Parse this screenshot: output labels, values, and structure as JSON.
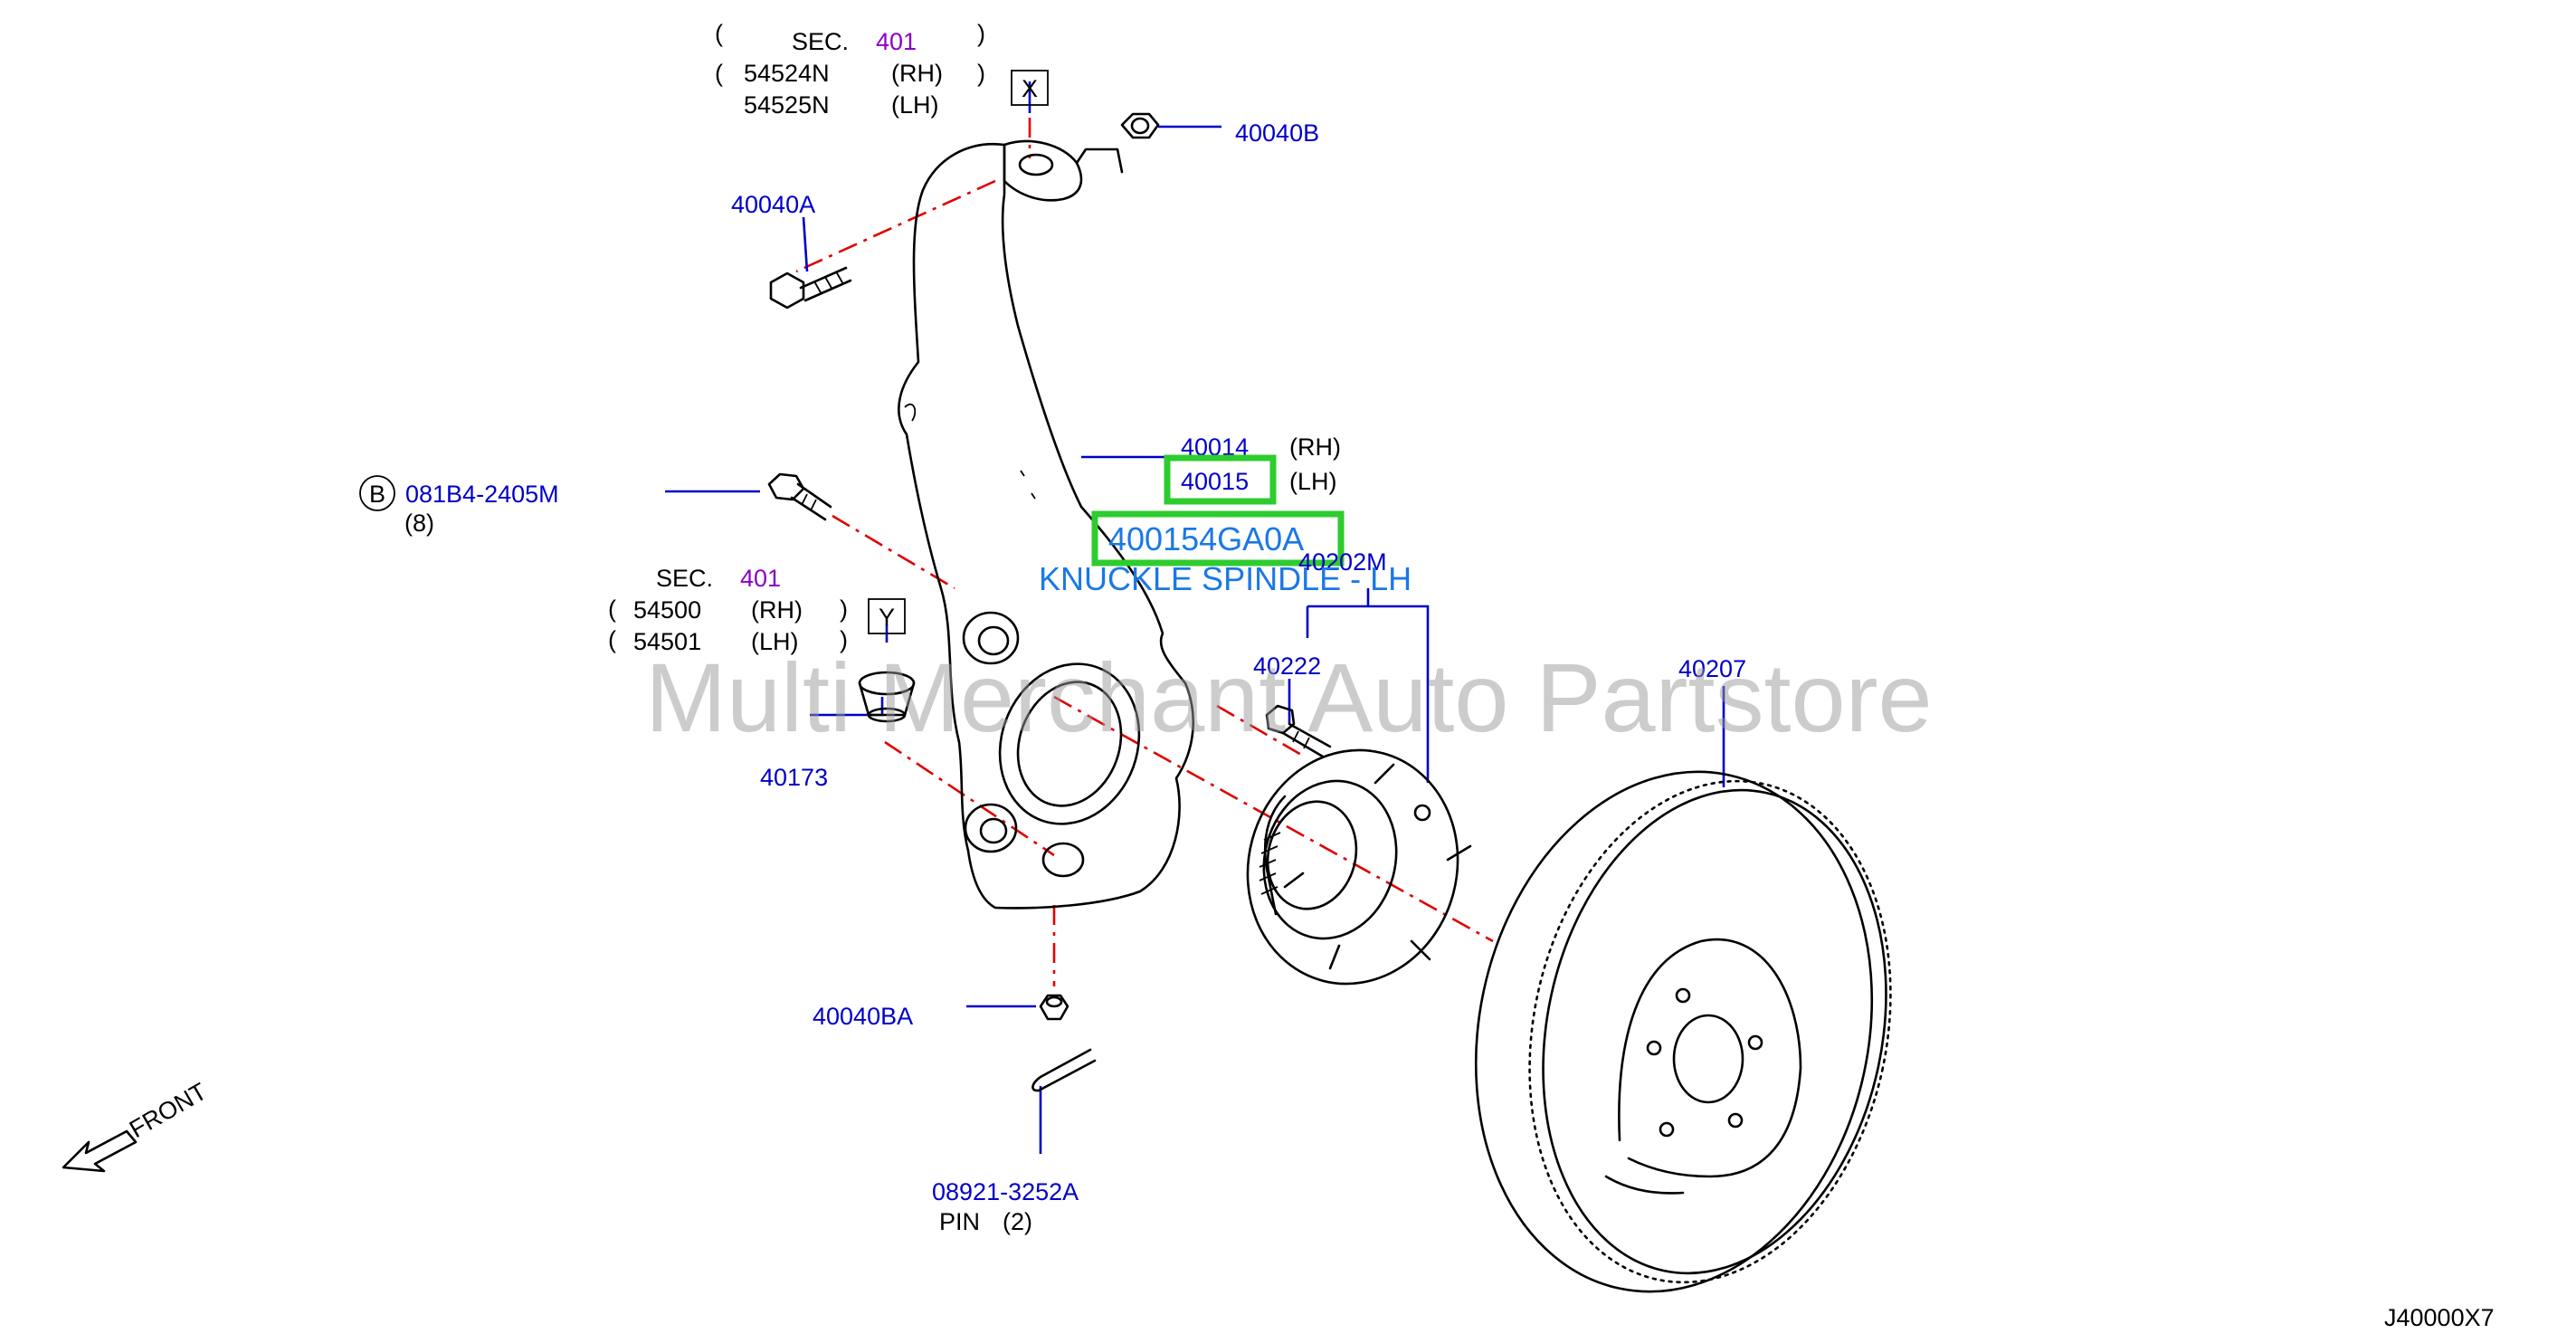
{
  "sec_top": {
    "sec": "SEC.",
    "num": "401",
    "p1": "54524N",
    "p1_side": "(RH)",
    "p2": "54525N",
    "p2_side": "(LH)",
    "box": "X"
  },
  "sec_mid": {
    "sec": "SEC.",
    "num": "401",
    "p1": "54500",
    "p1_side": "(RH)",
    "p2": "54501",
    "p2_side": "(LH)",
    "box": "Y"
  },
  "parts": {
    "p40040B": "40040B",
    "p40040A": "40040A",
    "p081B4": "081B4-2405M",
    "p081B4_qty": "(8)",
    "p081B4_badge": "B",
    "p40014": "40014",
    "p40014_side": "(RH)",
    "p40015": "40015",
    "p40015_side": "(LH)",
    "p40202M": "40202M",
    "p40222": "40222",
    "p40207": "40207",
    "p40173": "40173",
    "p40040BA": "40040BA",
    "p08921": "08921-3252A",
    "p08921_desc": "PIN",
    "p08921_qty": "(2)"
  },
  "highlight": {
    "part_number": "400154GA0A",
    "description": "KNUCKLE SPINDLE - LH"
  },
  "front_label": "FRONT",
  "diagram_code": "J40000X7",
  "watermark": "Multi Merchant Auto Partstore"
}
